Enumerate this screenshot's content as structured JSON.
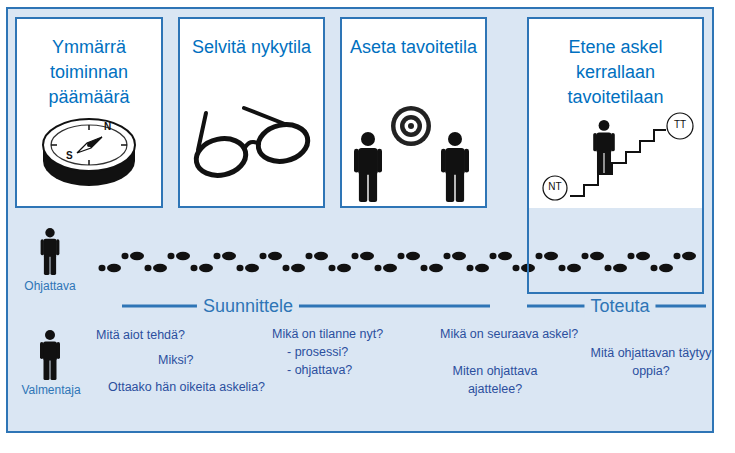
{
  "diagram": {
    "nodes": [
      {
        "text": [
          "Ymmärrä toiminnan päämäärä"
        ]
      },
      {
        "text": [
          "Selvitä nykytila"
        ]
      },
      {
        "text": [
          "Aseta tavoitetila"
        ]
      },
      {
        "text": [
          "Etene askel kerrallaan tavoitetilaan"
        ]
      },
      {
        "text": [
          "NT"
        ],
        "in": 3
      },
      {
        "text": [
          "TT"
        ],
        "in": 3
      }
    ],
    "labels": [
      "N",
      "S",
      "Ohjattava",
      "Suunnittele",
      "Toteuta",
      "Valmentaja",
      "Mitä aiot tehdä?",
      "Miksi?",
      "Ottaako hän oikeita askelia?",
      "Mikä on tilanne nyt?",
      "- prosessi?",
      "- ohjattava?",
      "Mikä on seuraava askel?",
      "Miten ohjattava ajattelee?",
      "Mitä ohjattavan täytyy oppia?"
    ]
  }
}
